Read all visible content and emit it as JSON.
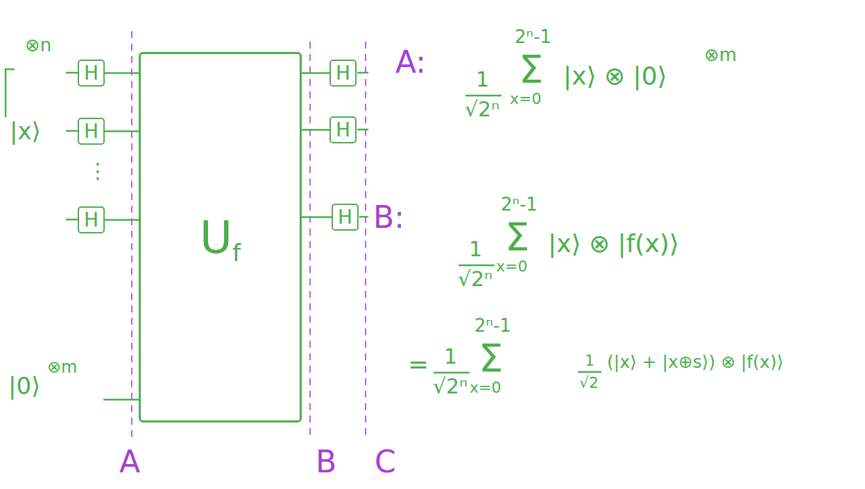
{
  "diagram": {
    "nodes": [
      {
        "text": [
          "U",
          "f"
        ]
      },
      {
        "text": [
          "H"
        ]
      },
      {
        "text": [
          "H"
        ]
      },
      {
        "text": [
          "H"
        ]
      },
      {
        "text": [
          "H"
        ]
      },
      {
        "text": [
          "H"
        ]
      },
      {
        "text": [
          "H"
        ]
      }
    ],
    "edges": [
      {
        "from": 1,
        "to": 0,
        "arrow": "none"
      },
      {
        "from": 2,
        "to": 0,
        "arrow": "none"
      },
      {
        "from": 3,
        "to": 0,
        "arrow": "none"
      },
      {
        "from": 0,
        "to": 4,
        "arrow": "none"
      },
      {
        "from": 0,
        "to": 5,
        "arrow": "none"
      },
      {
        "from": 0,
        "to": 6,
        "arrow": "none"
      }
    ],
    "labels": [
      "⊗n",
      "|x⟩",
      "⋮",
      "|0⟩",
      "⊗m",
      "A",
      "B",
      "C",
      "A:",
      "1",
      "√2ⁿ",
      "2ⁿ-1",
      "Σ",
      "x=0",
      "|x⟩ ⊗ |0⟩",
      "⊗m",
      "B:",
      "1",
      "√2ⁿ",
      "2ⁿ-1",
      "Σ",
      "x=0",
      "|x⟩ ⊗ |f(x)⟩",
      "=",
      "1",
      "√2ⁿ",
      "2ⁿ-1",
      "Σ",
      "x=0",
      "1",
      "√2",
      "(|x⟩ + |x⊕s⟩) ⊗ |f(x)⟩"
    ]
  }
}
